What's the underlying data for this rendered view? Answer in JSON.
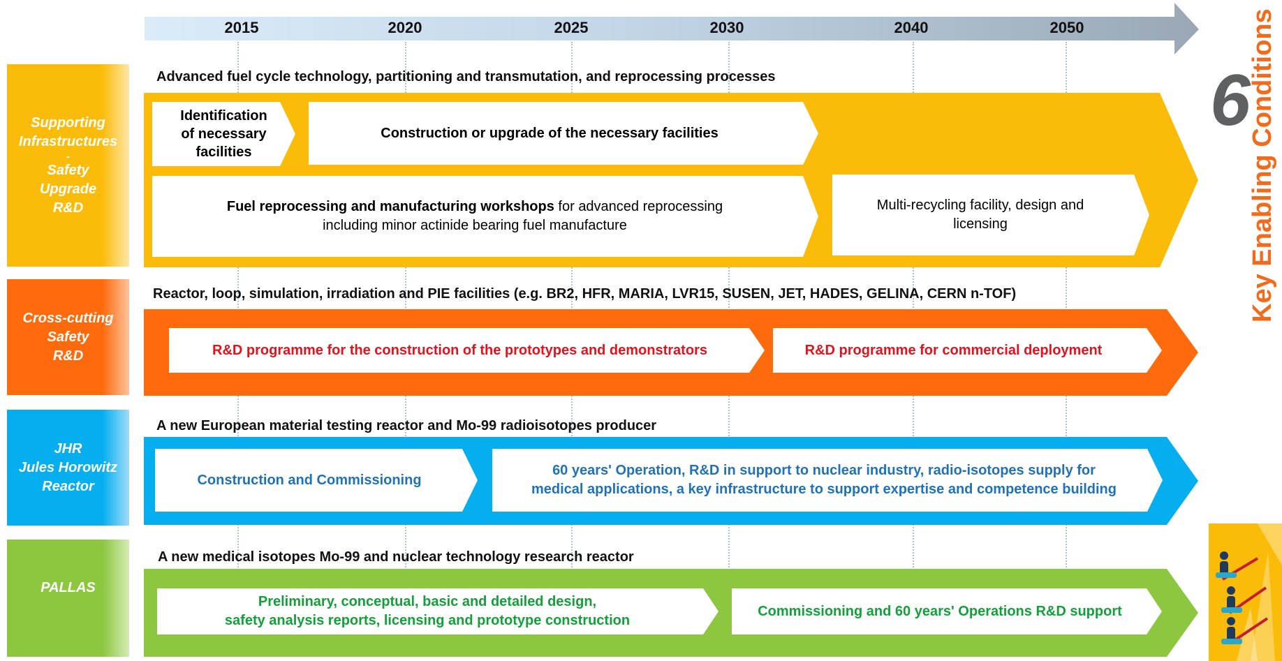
{
  "timeline": {
    "years": [
      "2015",
      "2020",
      "2025",
      "2030",
      "2040",
      "2050"
    ]
  },
  "rows": [
    {
      "label_lines": [
        "Supporting",
        "Infrastructures",
        "-",
        "Safety",
        "Upgrade",
        "R&D"
      ],
      "heading": "Advanced fuel cycle technology, partitioning and transmutation, and reprocessing processes",
      "color": "#fbbc09",
      "boxes": {
        "identification": [
          "Identification",
          "of necessary",
          "facilities"
        ],
        "construction": "Construction or upgrade of the necessary facilities",
        "fuel_bold": "Fuel reprocessing and manufacturing workshops",
        "fuel_rest_1": " for advanced reprocessing",
        "fuel_rest_2": "including minor actinide bearing fuel manufacture",
        "multi": [
          "Multi-recycling facility, design and",
          "licensing"
        ]
      }
    },
    {
      "label_lines": [
        "Cross-cutting",
        "Safety",
        "R&D"
      ],
      "heading": "Reactor, loop, simulation, irradiation and PIE facilities (e.g. BR2, HFR, MARIA, LVR15, SUSEN, JET, HADES, GELINA, CERN n-TOF)",
      "color": "#ff6a0c",
      "boxes": {
        "prototypes": "R&D programme for the construction of the prototypes and demonstrators",
        "commercial": "R&D programme for commercial deployment"
      }
    },
    {
      "label_lines": [
        "JHR",
        "Jules Horowitz",
        "Reactor"
      ],
      "heading": "A new European material testing reactor and Mo-99 radioisotopes producer",
      "color": "#04aeef",
      "boxes": {
        "construction": "Construction and Commissioning",
        "operation": [
          "60 years' Operation, R&D in support to nuclear industry, radio-isotopes supply for",
          "medical applications, a key infrastructure to support expertise and competence building"
        ]
      }
    },
    {
      "label_lines": [
        "PALLAS"
      ],
      "heading": "A new medical isotopes Mo-99 and nuclear technology research reactor",
      "color": "#8dc63f",
      "boxes": {
        "design": [
          "Preliminary, conceptual, basic and detailed design,",
          "safety analysis reports, licensing and prototype construction"
        ],
        "commissioning": "Commissioning and 60 years' Operations R&D support"
      }
    }
  ],
  "right_panel": {
    "number": "6",
    "title": "Key Enabling Conditions",
    "title_color": "#f26b1d"
  }
}
